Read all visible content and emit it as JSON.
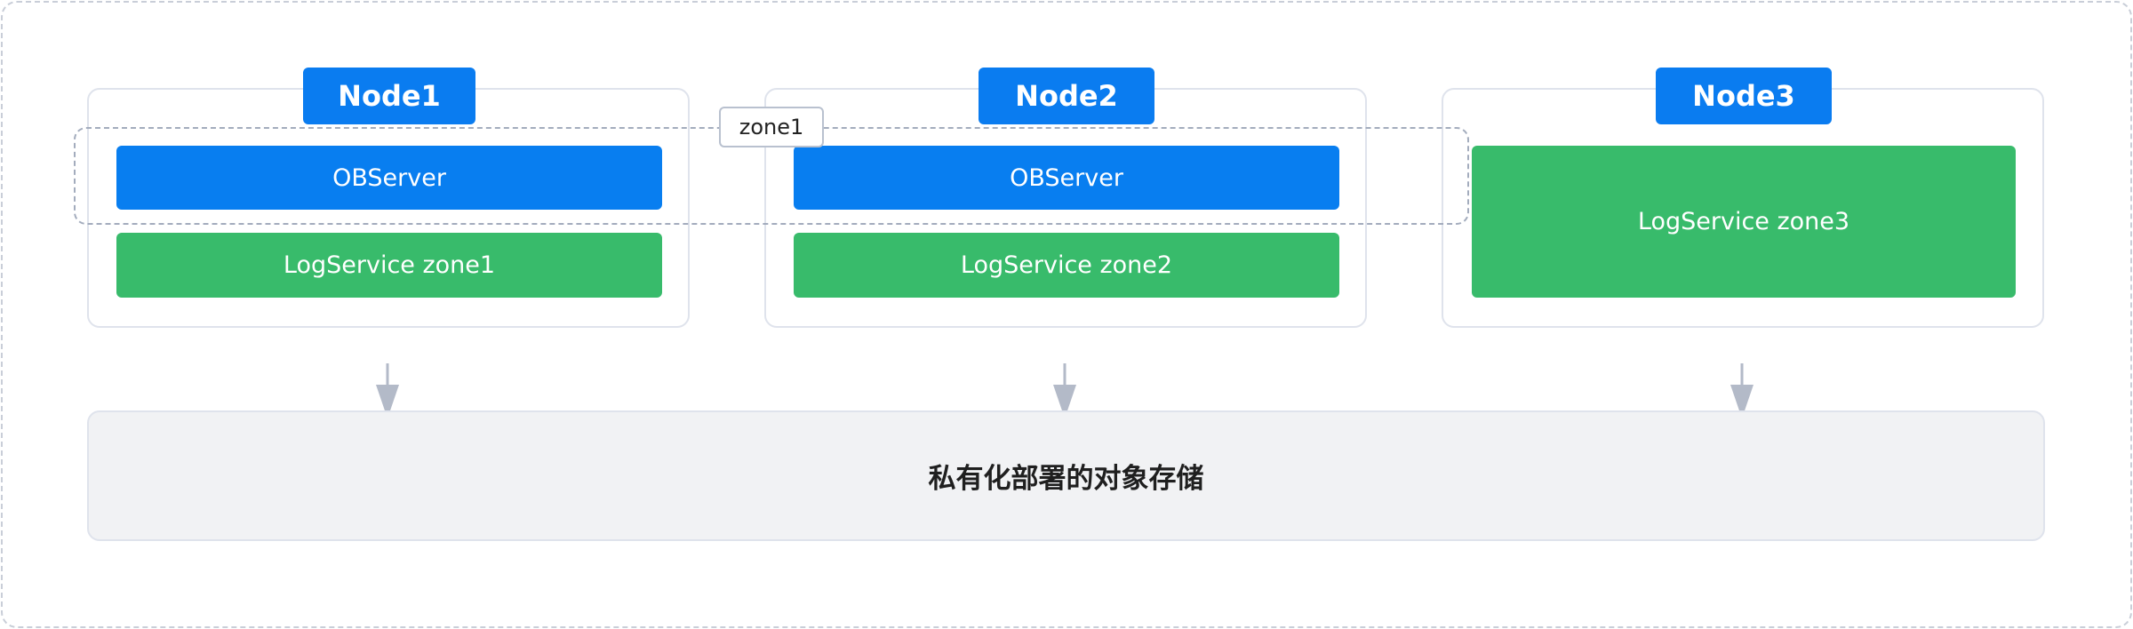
{
  "diagram": {
    "nodes": [
      {
        "title": "Node1",
        "observer": "OBServer",
        "logservice": "LogService zone1"
      },
      {
        "title": "Node2",
        "observer": "OBServer",
        "logservice": "LogService zone2"
      },
      {
        "title": "Node3",
        "logservice": "LogService zone3"
      }
    ],
    "zone_label": "zone1",
    "storage_label": "私有化部署的对象存储"
  },
  "colors": {
    "node_title": "#0a7cf0",
    "observer": "#087ef0",
    "logservice": "#38bb6b",
    "storage_bg": "#f1f2f4",
    "arrow": "#b3bac8"
  }
}
